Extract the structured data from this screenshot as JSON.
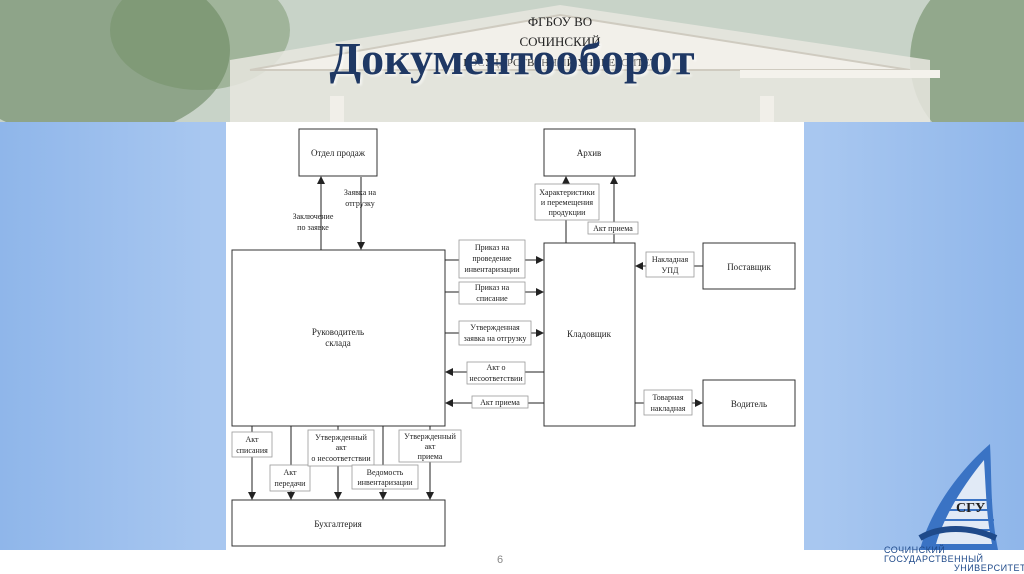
{
  "slide": {
    "title": "Документооборот",
    "page_number": "6"
  },
  "header_sign": {
    "line1": "ФГБОУ ВО",
    "line2": "СОЧИНСКИЙ",
    "line3": "ГОСУДАРСТВЕННЫЙ УНИВЕРСИТЕТ"
  },
  "logo": {
    "mark": "СГУ",
    "line1": "СОЧИНСКИЙ",
    "line2": "ГОСУДАРСТВЕННЫЙ",
    "line3": "УНИВЕРСИТЕТ"
  },
  "diagram": {
    "nodes": {
      "sales": "Отдел продаж",
      "archive": "Архив",
      "manager_l1": "Руководитель",
      "manager_l2": "склада",
      "storekeeper": "Кладовщик",
      "supplier": "Поставщик",
      "driver": "Водитель",
      "accounting": "Бухгалтерия"
    },
    "edges": {
      "conclusion_l1": "Заключение",
      "conclusion_l2": "по заявке",
      "request_l1": "Заявка на",
      "request_l2": "отгрузку",
      "characteristics_l1": "Характеристики",
      "characteristics_l2": "и перемещения",
      "characteristics_l3": "продукции",
      "act_accept_archive": "Акт приема",
      "inventory_order_l1": "Приказ на",
      "inventory_order_l2": "проведение",
      "inventory_order_l3": "инвентаризации",
      "writeoff_order_l1": "Приказ на",
      "writeoff_order_l2": "списание",
      "approved_request_l1": "Утвержденная",
      "approved_request_l2": "заявка на отгрузку",
      "nonconformity_l1": "Акт о",
      "nonconformity_l2": "несоответствии",
      "act_accept_manager": "Акт приема",
      "waybill_l1": "Накладная",
      "waybill_l2": "УПД",
      "goods_waybill_l1": "Товарная",
      "goods_waybill_l2": "накладная",
      "writeoff_act_l1": "Акт",
      "writeoff_act_l2": "списания",
      "transfer_act_l1": "Акт",
      "transfer_act_l2": "передачи",
      "approved_nonconf_l1": "Утвержденный",
      "approved_nonconf_l2": "акт",
      "approved_nonconf_l3": "о несоответствии",
      "inventory_list_l1": "Ведомость",
      "inventory_list_l2": "инвентаризации",
      "approved_accept_l1": "Утвержденный",
      "approved_accept_l2": "акт",
      "approved_accept_l3": "приема"
    }
  }
}
